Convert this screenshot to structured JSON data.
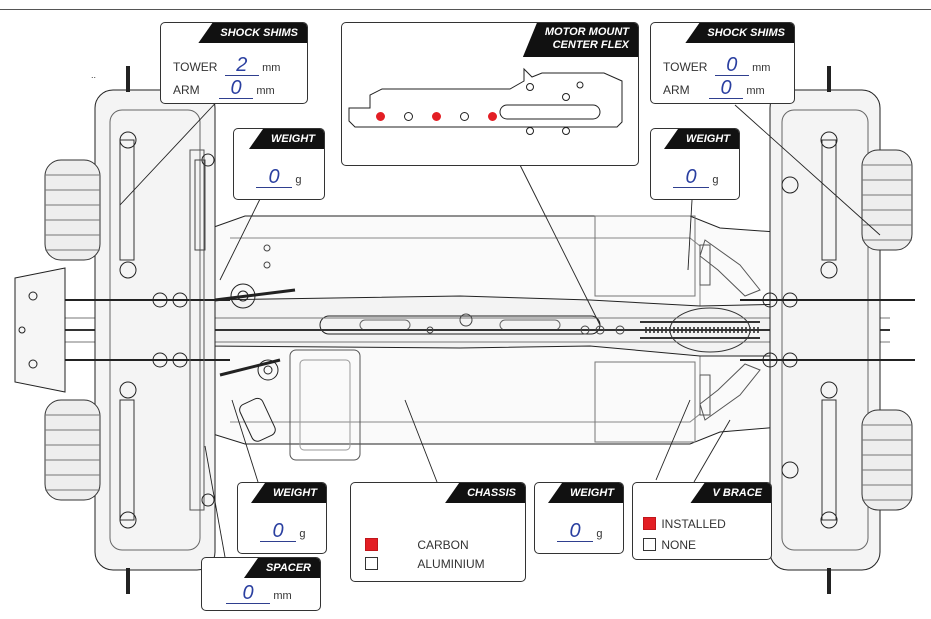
{
  "colors": {
    "accent": "#e31e24",
    "value": "#2a3fa0",
    "header_bg": "#111111"
  },
  "shock_shims_front": {
    "title": "SHOCK SHIMS",
    "tower_label": "TOWER",
    "tower_value": "2",
    "arm_label": "ARM",
    "arm_value": "0",
    "unit": "mm"
  },
  "shock_shims_rear": {
    "title": "SHOCK SHIMS",
    "tower_label": "TOWER",
    "tower_value": "0",
    "arm_label": "ARM",
    "arm_value": "0",
    "unit": "mm"
  },
  "motor_mount": {
    "title_line1": "MOTOR MOUNT",
    "title_line2": "CENTER FLEX",
    "selected_holes": [
      1,
      3,
      5
    ],
    "total_holes": 5
  },
  "weight_front_top": {
    "title": "WEIGHT",
    "value": "0",
    "unit": "g"
  },
  "weight_rear_top": {
    "title": "WEIGHT",
    "value": "0",
    "unit": "g"
  },
  "weight_front_bottom": {
    "title": "WEIGHT",
    "value": "0",
    "unit": "g"
  },
  "weight_rear_bottom": {
    "title": "WEIGHT",
    "value": "0",
    "unit": "g"
  },
  "spacer": {
    "title": "SPACER",
    "value": "0",
    "unit": "mm"
  },
  "chassis": {
    "title": "CHASSIS",
    "options": [
      {
        "label": "CARBON",
        "selected": true
      },
      {
        "label": "ALUMINIUM",
        "selected": false
      }
    ]
  },
  "v_brace": {
    "title": "V BRACE",
    "options": [
      {
        "label": "INSTALLED",
        "selected": true
      },
      {
        "label": "NONE",
        "selected": false
      }
    ]
  },
  "marker_text": "..",
  "icons": [
    "chassis-drawing",
    "checkbox-icon"
  ]
}
